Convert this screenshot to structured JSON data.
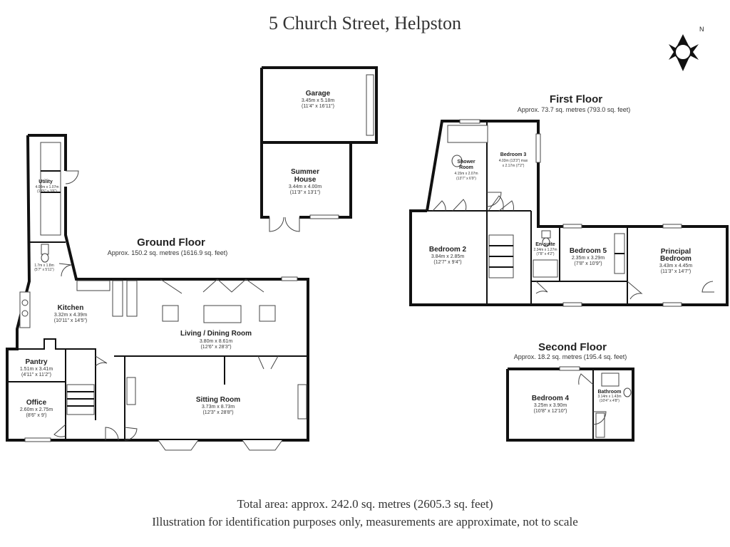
{
  "title": "5 Church Street, Helpston",
  "compass_label": "N",
  "floors": {
    "ground": {
      "name": "Ground Floor",
      "area": "Approx. 150.2 sq. metres (1616.9 sq. feet)"
    },
    "first": {
      "name": "First Floor",
      "area": "Approx. 73.7 sq. metres (793.0 sq. feet)"
    },
    "second": {
      "name": "Second Floor",
      "area": "Approx. 18.2 sq. metres (195.4 sq. feet)"
    }
  },
  "rooms": {
    "garage": {
      "name": "Garage",
      "metric": "3.45m x 5.18m",
      "imperial": "(11'4\" x 16'11\")"
    },
    "summer_house": {
      "name1": "Summer",
      "name2": "House",
      "metric": "3.44m x 4.00m",
      "imperial": "(11'3\" x 13'1\")"
    },
    "utility": {
      "name": "Utility",
      "metric": "4.08m x 1.07m",
      "imperial": "(13'5\" x 3'6\")"
    },
    "wc": {
      "metric": "1.7m x 1.8m",
      "imperial": "(5'7\" x 5'11\")"
    },
    "kitchen": {
      "name": "Kitchen",
      "metric": "3.32m x 4.39m",
      "imperial": "(10'11\" x 14'5\")"
    },
    "living": {
      "name": "Living / Dining Room",
      "metric": "3.80m x 8.61m",
      "imperial": "(12'6\" x 28'3\")"
    },
    "pantry": {
      "name": "Pantry",
      "metric": "1.51m x 3.41m",
      "imperial": "(4'11\" x 11'2\")"
    },
    "office": {
      "name": "Office",
      "metric": "2.60m x 2.75m",
      "imperial": "(8'6\" x 9')"
    },
    "sitting": {
      "name": "Sitting Room",
      "metric": "3.73m x 8.73m",
      "imperial": "(12'3\" x 28'8\")"
    },
    "shower": {
      "name1": "Shower",
      "name2": "Room",
      "metric": "4.15m x 2.07m",
      "imperial": "(13'7\" x 6'9\")"
    },
    "bedroom3": {
      "name": "Bedroom 3",
      "metric": "4.03m (13'3\") max",
      "imperial": "x 2.17m (7'2\")"
    },
    "bedroom2": {
      "name": "Bedroom 2",
      "metric": "3.84m x 2.85m",
      "imperial": "(12'7\" x 9'4\")"
    },
    "ensuite": {
      "name": "En-suite",
      "metric": "2.34m x 1.27m",
      "imperial": "(7'8\" x 4'2\")"
    },
    "bedroom5": {
      "name": "Bedroom 5",
      "metric": "2.35m x 3.29m",
      "imperial": "(7'8\" x 10'9\")"
    },
    "principal": {
      "name1": "Principal",
      "name2": "Bedroom",
      "metric": "3.43m x 4.45m",
      "imperial": "(11'3\" x 14'7\")"
    },
    "bedroom4": {
      "name": "Bedroom 4",
      "metric": "3.25m x 3.90m",
      "imperial": "(10'8\" x 12'10\")"
    },
    "bathroom": {
      "name": "Bathroom",
      "metric": "3.14m x 1.43m",
      "imperial": "(10'4\" x 4'8\")"
    }
  },
  "footer": {
    "total": "Total area: approx. 242.0 sq. metres (2605.3 sq. feet)",
    "disclaimer": "Illustration for identification purposes only, measurements are approximate, not to scale"
  }
}
